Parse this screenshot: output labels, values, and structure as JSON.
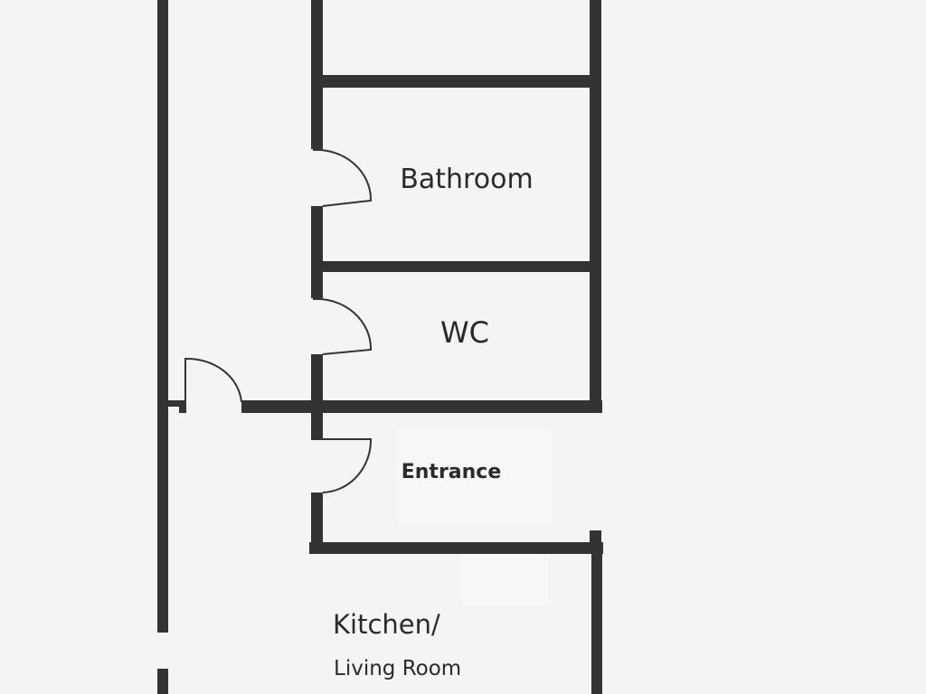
{
  "rooms": {
    "bathroom": "Bathroom",
    "wc": "WC",
    "entrance": "Entrance",
    "kitchen_line1": "Kitchen/",
    "kitchen_line2": "Living Room"
  },
  "colors": {
    "wall": "#333333",
    "background": "#f4f4f4"
  }
}
